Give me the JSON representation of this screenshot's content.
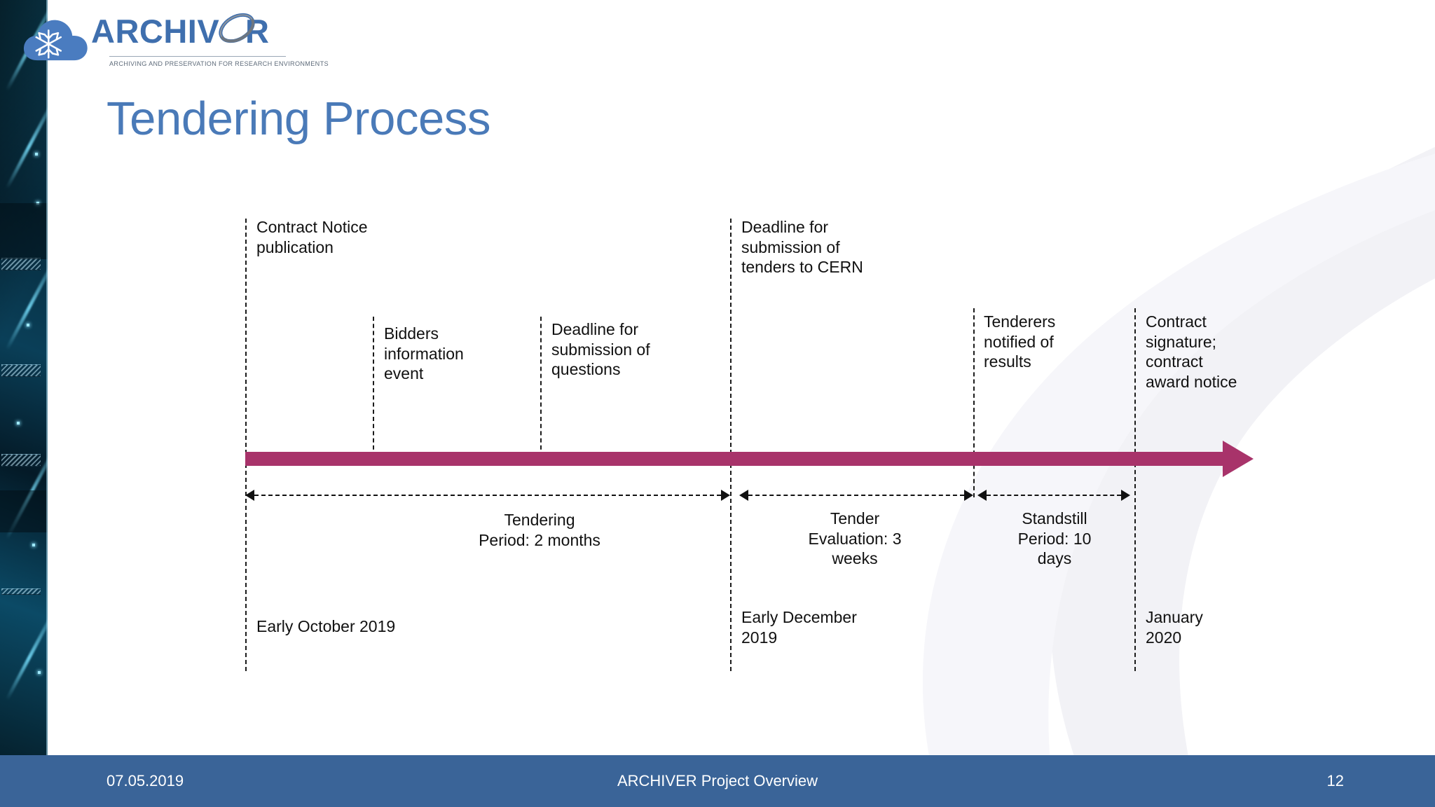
{
  "slide": {
    "title": "Tendering Process",
    "title_color": "#4a7ab8",
    "background_color": "#ffffff"
  },
  "logo": {
    "brand": "ARCHIVER",
    "tagline": "ARCHIVING AND PRESERVATION FOR RESEARCH ENVIRONMENTS",
    "brand_color": "#3f6fae",
    "cloud_color": "#4a7cc0",
    "accent_color": "#7b8794"
  },
  "timeline": {
    "arrow_color": "#a8336a",
    "milestones": [
      {
        "id": "contract-notice",
        "label": "Contract Notice\npublication"
      },
      {
        "id": "bidders-event",
        "label": "Bidders\ninformation\nevent"
      },
      {
        "id": "questions-deadline",
        "label": "Deadline for\nsubmission of\nquestions"
      },
      {
        "id": "tenders-deadline",
        "label": "Deadline for\nsubmission of\ntenders to CERN"
      },
      {
        "id": "tenderers-notified",
        "label": "Tenderers\nnotified of\nresults"
      },
      {
        "id": "contract-signature",
        "label": "Contract\nsignature;\ncontract\naward notice"
      }
    ],
    "periods": [
      {
        "id": "tendering-period",
        "label": "Tendering\nPeriod: 2 months"
      },
      {
        "id": "tender-evaluation",
        "label": "Tender\nEvaluation: 3\nweeks"
      },
      {
        "id": "standstill-period",
        "label": "Standstill\nPeriod: 10\ndays"
      }
    ],
    "dates": [
      {
        "id": "date-start",
        "label": "Early October 2019"
      },
      {
        "id": "date-middle",
        "label": "Early December\n2019"
      },
      {
        "id": "date-end",
        "label": "January\n2020"
      }
    ]
  },
  "footer": {
    "date": "07.05.2019",
    "center": "ARCHIVER Project Overview",
    "page": "12",
    "background_color": "#3a6498"
  }
}
